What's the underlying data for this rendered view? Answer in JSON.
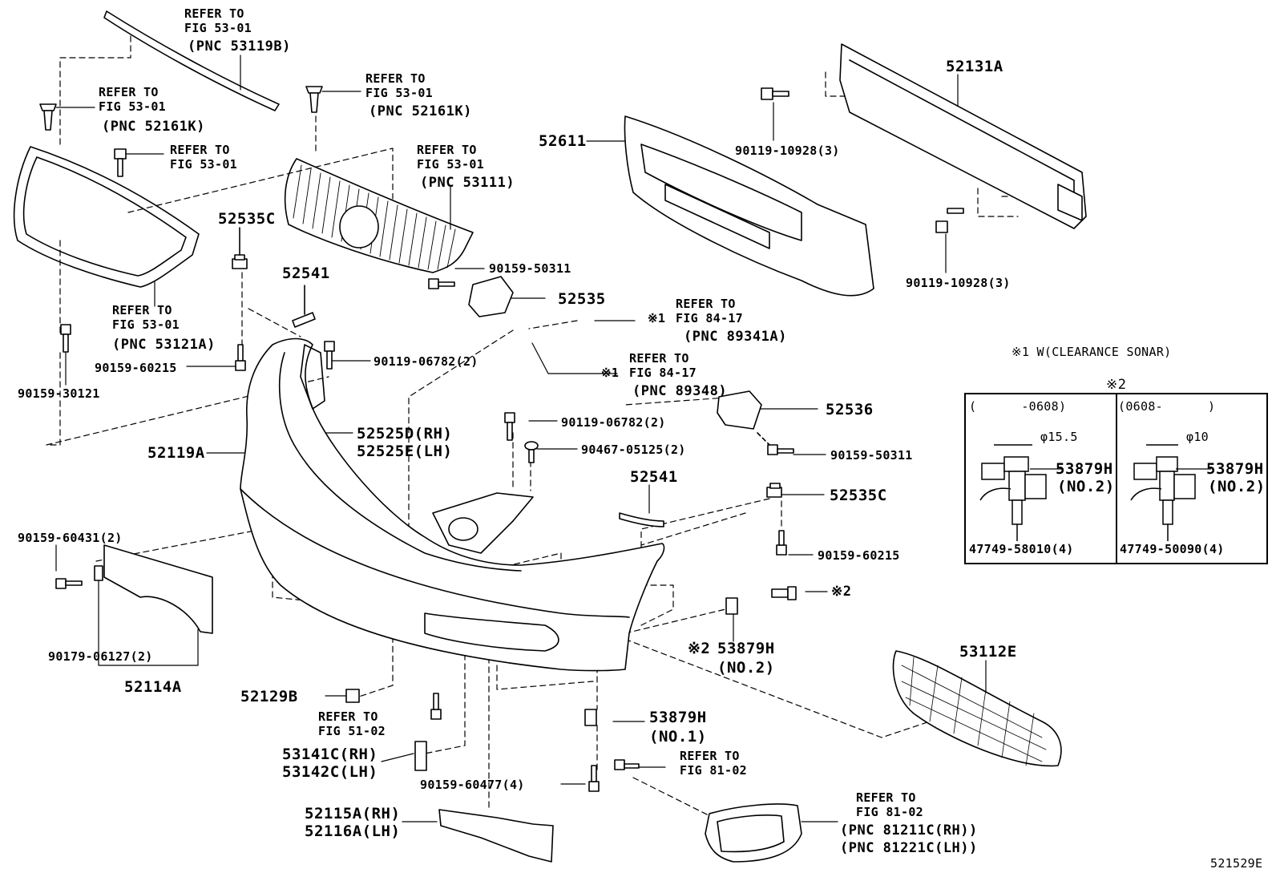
{
  "figure_id": "521529E",
  "refs": {
    "r1": {
      "line1": "REFER TO",
      "line2": "FIG 53-01",
      "line3": "(PNC 53119B)"
    },
    "r2": {
      "line1": "REFER TO",
      "line2": "FIG 53-01",
      "line3": "(PNC 52161K)"
    },
    "r3": {
      "line1": "REFER TO",
      "line2": "FIG 53-01"
    },
    "r4": {
      "line1": "REFER TO",
      "line2": "FIG 53-01",
      "line3": "(PNC 52161K)"
    },
    "r5": {
      "line1": "REFER TO",
      "line2": "FIG 53-01",
      "line3": "(PNC 53111)"
    },
    "r6": {
      "line1": "REFER TO",
      "line2": "FIG 53-01",
      "line3": "(PNC 53121A)"
    },
    "r7": {
      "line1": "REFER TO",
      "line2": "FIG 84-17",
      "line3": "(PNC 89341A)",
      "mark": "※1"
    },
    "r8": {
      "line1": "REFER TO",
      "line2": "FIG 84-17",
      "line3": "(PNC 89348)",
      "mark": "※1"
    },
    "r9": {
      "line1": "REFER TO",
      "line2": "FIG 51-02"
    },
    "r10": {
      "line1": "REFER TO",
      "line2": "FIG 81-02"
    },
    "r11": {
      "line1": "REFER TO",
      "line2": "FIG 81-02",
      "line3": "(PNC 81211C(RH))",
      "line4": "(PNC 81221C(LH))"
    }
  },
  "parts": {
    "p52131A": "52131A",
    "p52611": "52611",
    "p90119_10928a": "90119-10928(3)",
    "p90119_10928b": "90119-10928(3)",
    "p52535C_a": "52535C",
    "p52541_a": "52541",
    "p90159_50311_a": "90159-50311",
    "p52535": "52535",
    "p90119_06782_a": "90119-06782(2)",
    "p90159_60215_a": "90159-60215",
    "p90159_30121": "90159-30121",
    "p52525D": "52525D(RH)",
    "p52525E": "52525E(LH)",
    "p52119A": "52119A",
    "p90119_06782_b": "90119-06782(2)",
    "p90467_05125": "90467-05125(2)",
    "p52536": "52536",
    "p90159_50311_b": "90159-50311",
    "p52541_b": "52541",
    "p52535C_b": "52535C",
    "p90159_60215_b": "90159-60215",
    "p90159_60431": "90159-60431(2)",
    "p90179_06127": "90179-06127(2)",
    "p52114A": "52114A",
    "p53879H_no2": "53879H",
    "p53879H_no2_sub": "(NO.2)",
    "mark2": "※2",
    "mark2b": "※2",
    "p53112E": "53112E",
    "p52129B": "52129B",
    "p53879H_no1": "53879H",
    "p53879H_no1_sub": "(NO.1)",
    "p53141C": "53141C(RH)",
    "p53142C": "53142C(LH)",
    "p90159_60477": "90159-60477(4)",
    "p52115A": "52115A(RH)",
    "p52116A": "52116A(LH)"
  },
  "inset": {
    "note": "※1 W(CLEARANCE SONAR)",
    "mark": "※2",
    "left": {
      "period": "(      -0608)",
      "dia": "φ15.5",
      "part": "53879H",
      "part_sub": "(NO.2)",
      "clip": "47749-58010(4)"
    },
    "right": {
      "period": "(0608-      )",
      "dia": "φ10",
      "part": "53879H",
      "part_sub": "(NO.2)",
      "clip": "47749-50090(4)"
    }
  }
}
